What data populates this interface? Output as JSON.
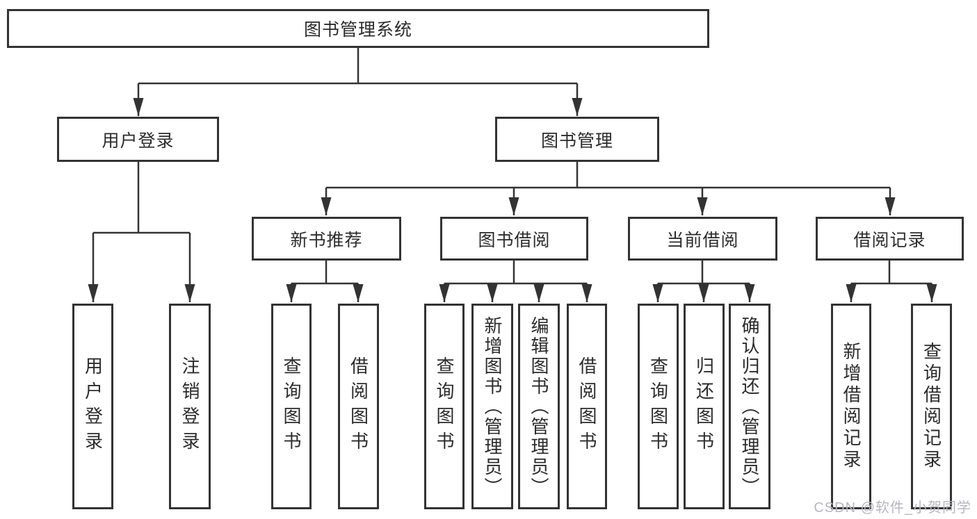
{
  "tree": {
    "label": "图书管理系统",
    "children": [
      {
        "label": "用户登录",
        "children": [
          {
            "label": "用户登录"
          },
          {
            "label": "注销登录"
          }
        ]
      },
      {
        "label": "图书管理",
        "children": [
          {
            "label": "新书推荐",
            "children": [
              {
                "label": "查询图书"
              },
              {
                "label": "借阅图书"
              }
            ]
          },
          {
            "label": "图书借阅",
            "children": [
              {
                "label": "查询图书"
              },
              {
                "label": "新增图书（管理员）"
              },
              {
                "label": "编辑图书（管理员）"
              },
              {
                "label": "借阅图书"
              }
            ]
          },
          {
            "label": "当前借阅",
            "children": [
              {
                "label": "查询图书"
              },
              {
                "label": "归还图书"
              },
              {
                "label": "确认归还（管理员）"
              }
            ]
          },
          {
            "label": "借阅记录",
            "children": [
              {
                "label": "新增借阅记录"
              },
              {
                "label": "查询借阅记录"
              }
            ]
          }
        ]
      }
    ]
  },
  "watermark": {
    "text": "CSDN @软件_小贺同学"
  },
  "colors": {
    "line": "#333333",
    "box_border": "#333333",
    "text": "#2b2b2b",
    "watermark": "#b6b6c0",
    "background": "#ffffff"
  }
}
